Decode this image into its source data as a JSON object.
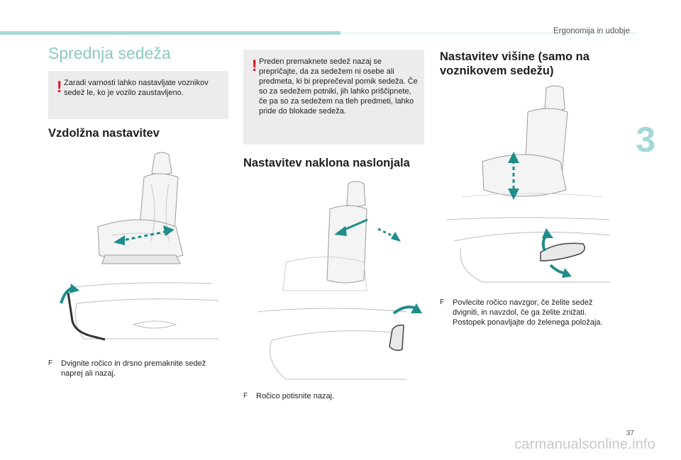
{
  "header": {
    "section": "Ergonomija in udobje",
    "chapter": "3",
    "page": "37"
  },
  "watermark": "carmanualsonline.info",
  "column1": {
    "title": "Sprednja sedeža",
    "warning": "Zaradi varnosti lahko nastavljate voznikov sedež le, ko je vozilo zaustavljeno.",
    "heading": "Vzdolžna nastavitev",
    "bullet": "Dvignite ročico in drsno premaknite sedež naprej ali nazaj."
  },
  "column2": {
    "warning": "Preden premaknete sedež nazaj se prepričajte, da za sedežem ni osebe ali predmeta, ki bi preprečeval pomik sedeža. Če so za sedežem potniki, jih lahko priščipnete, če pa so za sedežem na tleh predmeti, lahko pride do blokade sedeža.",
    "heading": "Nastavitev naklona naslonjala",
    "bullet": "Ročico potisnite nazaj."
  },
  "column3": {
    "heading_line1": "Nastavitev višine (samo na",
    "heading_line2": "voznikovem sedežu)",
    "bullet": "Povlecite ročico navzgor, če želite sedež dvigniti, in navzdol, če ga želite znižati. Postopek ponavljajte do želenega položaja."
  },
  "symbols": {
    "warning_mark": "!",
    "bullet_mark": "F"
  },
  "colors": {
    "accent": "#a3d9d6",
    "title": "#8dc8c4",
    "arrow": "#1f8d8a",
    "warning": "#e3001b",
    "box": "#ececec"
  }
}
